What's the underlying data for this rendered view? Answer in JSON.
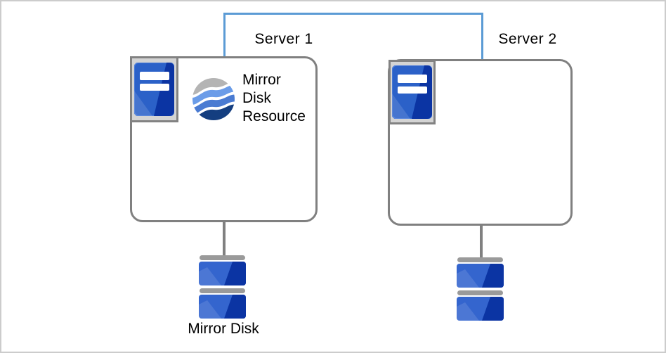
{
  "diagram": {
    "servers": [
      {
        "label": "Server 1"
      },
      {
        "label": "Server 2"
      }
    ],
    "resource": {
      "lines": [
        "Mirror",
        "Disk",
        "Resource"
      ]
    },
    "mirror_disk": {
      "label": "Mirror Disk"
    },
    "icons": {
      "server": "server-tower-icon",
      "resource": "globe-wave-sphere-icon",
      "disk": "disk-platter-stack-icon",
      "link": "network-link-line"
    },
    "colors": {
      "connector_blue": "#5b9bd5",
      "line_gray": "#808080",
      "disk_bar_gray": "#9a9a9a",
      "icon_frame_bg": "#d4d4d4",
      "icon_frame_border": "#828282",
      "server_blue": "#2b61c8",
      "server_blue_dark": "#0b34a3",
      "disk_blue": "#3465ce",
      "disk_blue_dark": "#0b34a3",
      "globe_gray": "#b4b4b4",
      "globe_blue_light": "#6b9ce8",
      "globe_blue_mid": "#4a7bd2",
      "globe_navy": "#143e80"
    }
  }
}
